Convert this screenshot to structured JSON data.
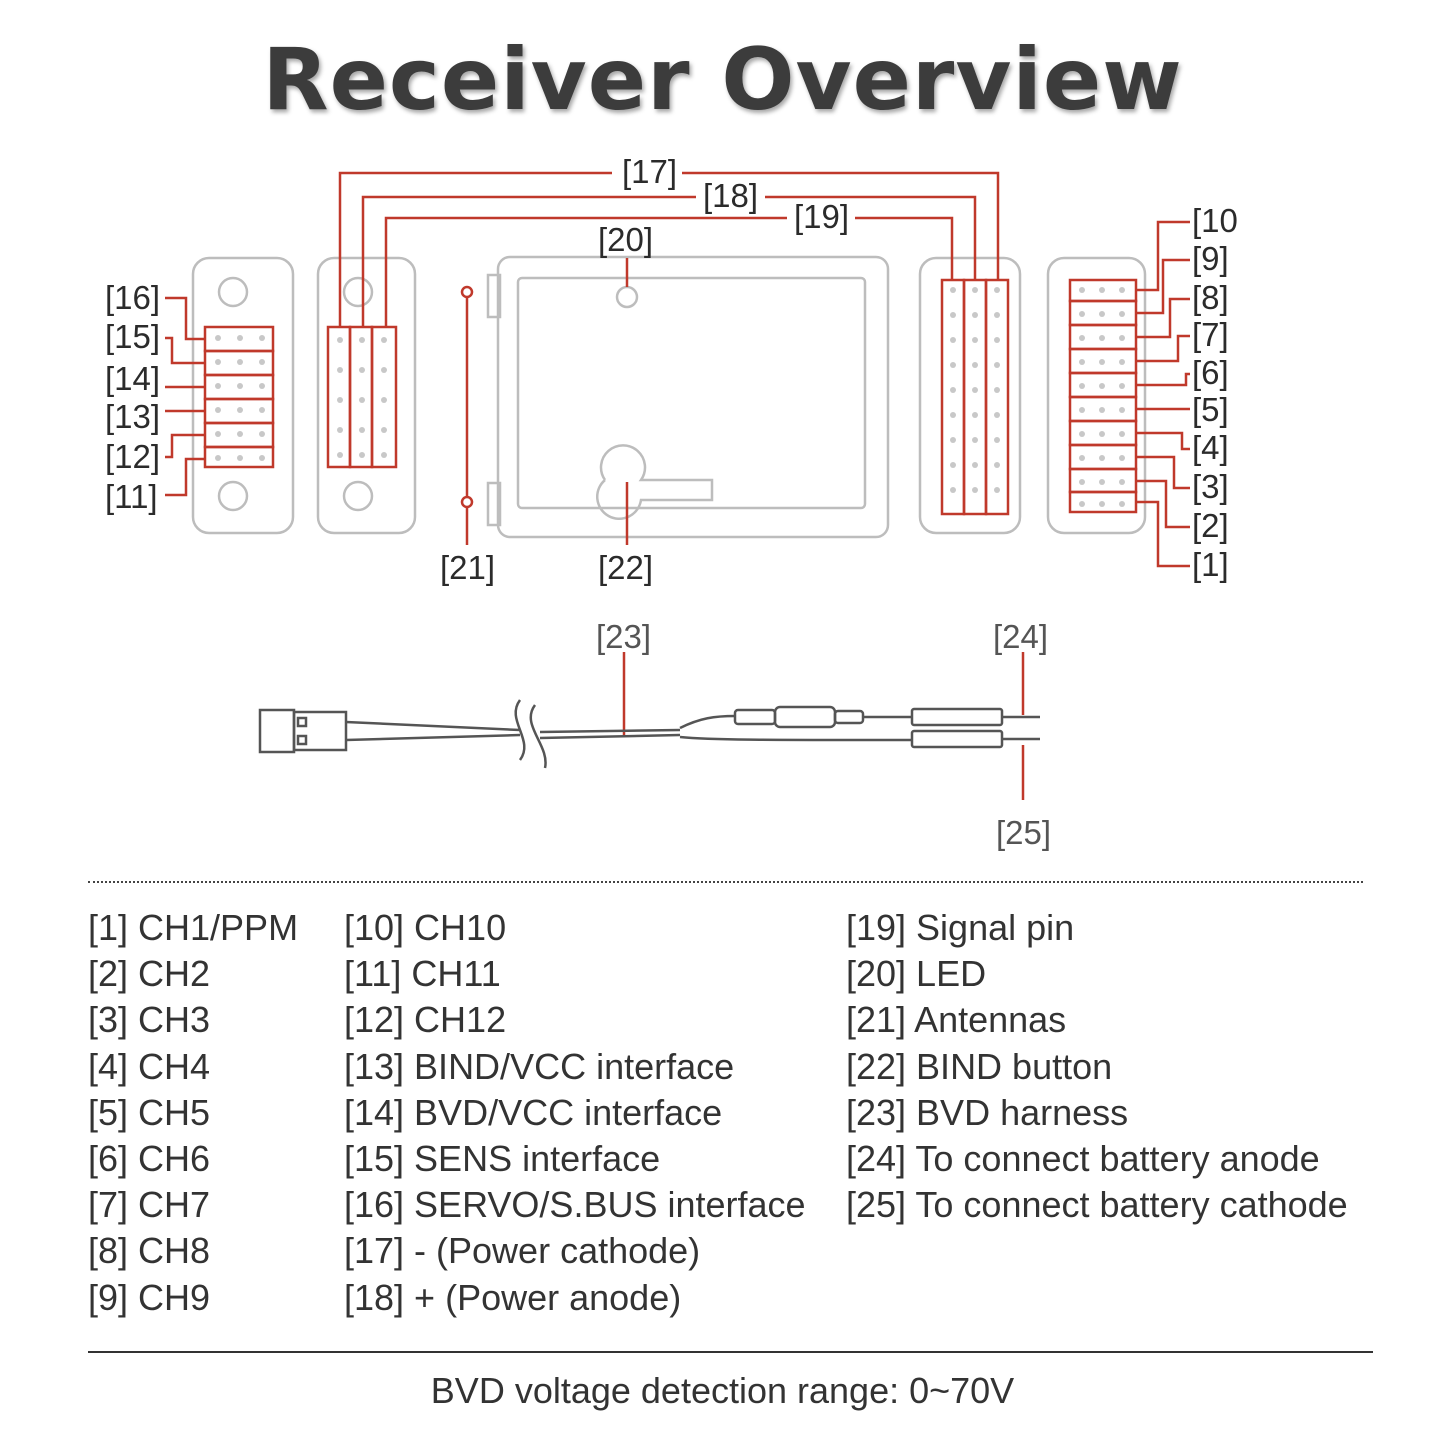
{
  "title": "Receiver  Overview",
  "callouts": {
    "c1": "[1]",
    "c2": "[2]",
    "c3": "[3]",
    "c4": "[4]",
    "c5": "[5]",
    "c6": "[6]",
    "c7": "[7]",
    "c8": "[8]",
    "c9": "[9]",
    "c10": "[10",
    "c11": "[11]",
    "c12": "[12]",
    "c13": "[13]",
    "c14": "[14]",
    "c15": "[15]",
    "c16": "[16]",
    "c17": "[17]",
    "c18": "[18]",
    "c19": "[19]",
    "c20": "[20]",
    "c21": "[21]",
    "c22": "[22]",
    "c23": "[23]",
    "c24": "[24]",
    "c25": "[25]"
  },
  "legend": {
    "col1": [
      "[1] CH1/PPM",
      "[2] CH2",
      "[3] CH3",
      "[4] CH4",
      "[5] CH5",
      "[6] CH6",
      "[7] CH7",
      "[8] CH8",
      "[9] CH9"
    ],
    "col2": [
      "[10] CH10",
      "[11] CH11",
      "[12] CH12",
      "[13] BIND/VCC interface",
      "[14] BVD/VCC interface",
      "[15] SENS interface",
      "[16] SERVO/S.BUS interface",
      "[17] - (Power cathode)",
      "[18] + (Power anode)"
    ],
    "col3": [
      "[19] Signal pin",
      "[20] LED",
      "[21] Antennas",
      "[22] BIND button",
      "[23] BVD harness",
      "[24] To connect battery anode",
      "[25] To connect battery cathode"
    ]
  },
  "footer": "BVD voltage detection range: 0~70V",
  "colors": {
    "callout_line": "#c0392b",
    "device_outline": "#b8b8b8"
  }
}
